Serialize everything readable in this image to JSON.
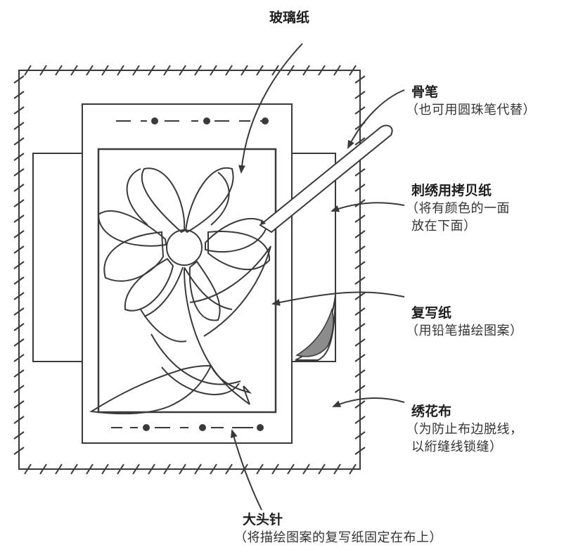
{
  "labels": {
    "glassine": {
      "title": "玻璃纸"
    },
    "bone_stylus": {
      "title": "骨笔",
      "note": "（也可用圆珠笔代替）"
    },
    "transfer_paper": {
      "title": "刺绣用拷贝纸",
      "note_line1": "（将有颜色的一面",
      "note_line2": "放在下面）"
    },
    "tracing_paper": {
      "title": "复写纸",
      "note": "（用铅笔描绘图案）"
    },
    "fabric": {
      "title": "绣花布",
      "note_line1": "（为防止布边脱线，",
      "note_line2": "以絎缝线锁缝）"
    },
    "pins": {
      "title": "大头针",
      "note": "（将描绘图案的复写纸固定在布上）"
    }
  },
  "colors": {
    "line": "#3a3a3a",
    "curl_shade": "#8c8c8c",
    "background": "#ffffff"
  }
}
